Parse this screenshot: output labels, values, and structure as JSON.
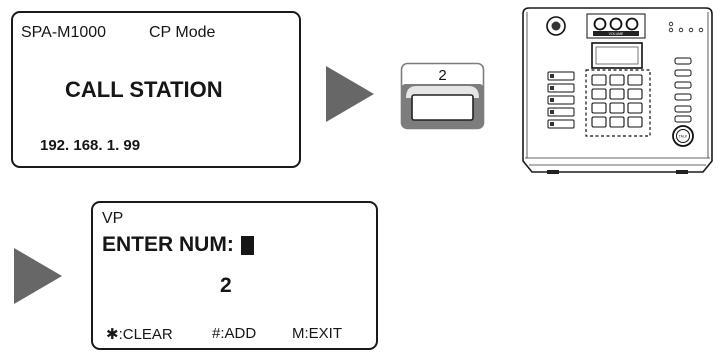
{
  "lcd_top": {
    "header_model": "SPA-M1000",
    "header_mode": "CP Mode",
    "title": "CALL STATION",
    "ip": "192. 168. 1. 99"
  },
  "key": {
    "label": "2"
  },
  "lcd_bottom": {
    "mode": "VP",
    "prompt": "ENTER NUM:",
    "number": "2",
    "help_clear": "✱:CLEAR",
    "help_add": "#:ADD",
    "help_exit": "M:EXIT"
  },
  "console": {
    "volume_label": "VOLUME",
    "talk_label": "TALK"
  },
  "colors": {
    "arrow": "#676767",
    "key_gray": "#7d7d7d",
    "outline": "#1a1a1a"
  }
}
